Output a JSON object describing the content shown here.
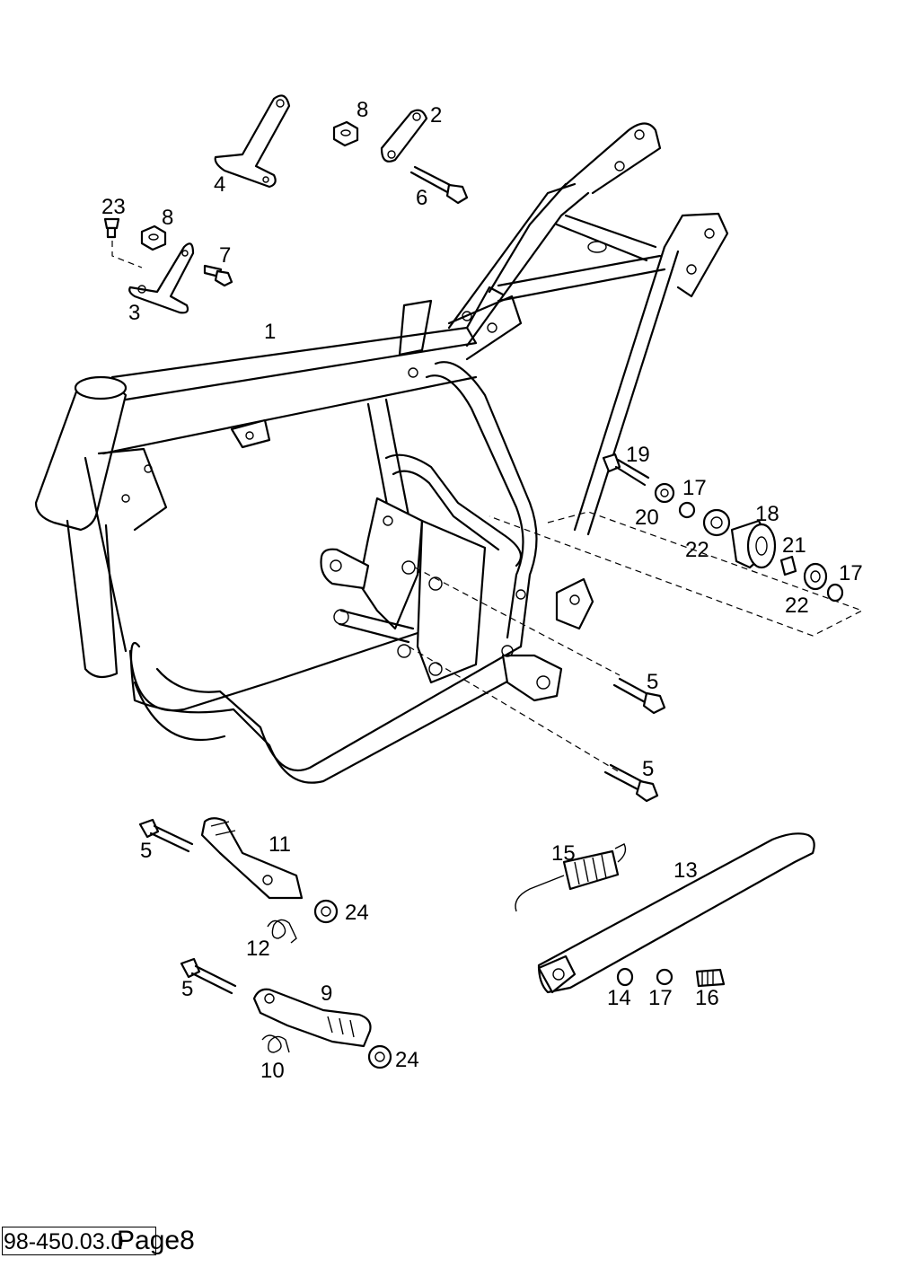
{
  "labels": {
    "p1": "1",
    "p2": "2",
    "p3": "3",
    "p4": "4",
    "p5a": "5",
    "p5b": "5",
    "p5c": "5",
    "p5d": "5",
    "p6": "6",
    "p7": "7",
    "p8a": "8",
    "p8b": "8",
    "p9": "9",
    "p10": "10",
    "p11": "11",
    "p12": "12",
    "p13": "13",
    "p14": "14",
    "p15": "15",
    "p16": "16",
    "p17a": "17",
    "p17b": "17",
    "p17c": "17",
    "p18": "18",
    "p19": "19",
    "p20": "20",
    "p21": "21",
    "p22a": "22",
    "p22b": "22",
    "p23": "23",
    "p24a": "24",
    "p24b": "24"
  },
  "footer": {
    "code": "98-450.03.0",
    "page": "Page8"
  }
}
